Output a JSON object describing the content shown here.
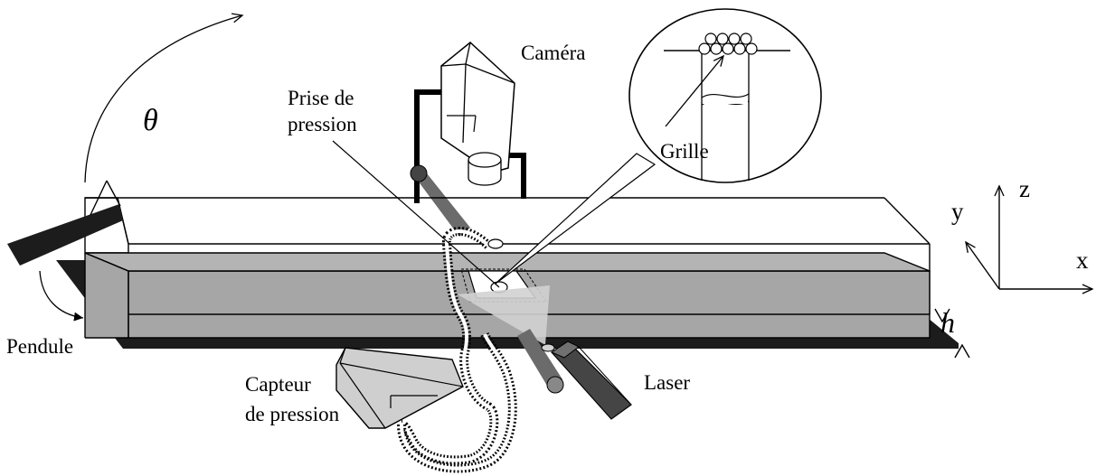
{
  "labels": {
    "camera": "Caméra",
    "pressure_tap_line1": "Prise de",
    "pressure_tap_line2": "pression",
    "grid": "Grille",
    "pendulum": "Pendule",
    "sensor_line1": "Capteur",
    "sensor_line2": "de pression",
    "laser": "Laser",
    "theta": "θ",
    "h": "h",
    "axis_x": "x",
    "axis_y": "y",
    "axis_z": "z"
  },
  "colors": {
    "water": "#a6a6a6",
    "base": "#1c1c1c",
    "laser_body": "#454545",
    "laser_beam": "#d2d2d2",
    "sensor_box": "#cfcfcf",
    "arm": "#6b6b6b"
  }
}
